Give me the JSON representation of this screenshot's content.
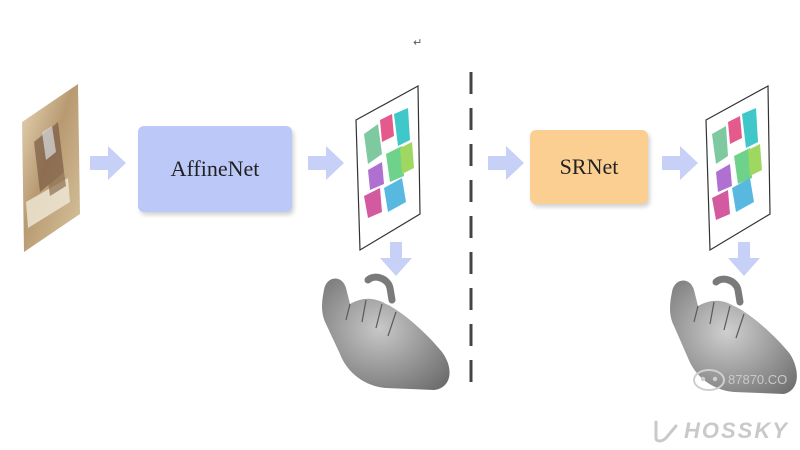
{
  "pipeline": {
    "stage1_label": "AffineNet",
    "stage2_label": "SRNet"
  },
  "colors": {
    "affine_box": "#bcc8f7",
    "sr_box": "#fbcf91",
    "arrow": "#c7d1f7",
    "divider": "#444444",
    "hand": "#9a9a9a"
  },
  "icons": [
    "arrow-right-icon",
    "arrow-down-icon",
    "hand-mesh-icon",
    "uv-texture-panel-icon",
    "photo-thumbnail"
  ],
  "watermark": {
    "domain": "87870.CO",
    "brand": "HOSSKY"
  },
  "misc": {
    "return_mark": "↵"
  }
}
